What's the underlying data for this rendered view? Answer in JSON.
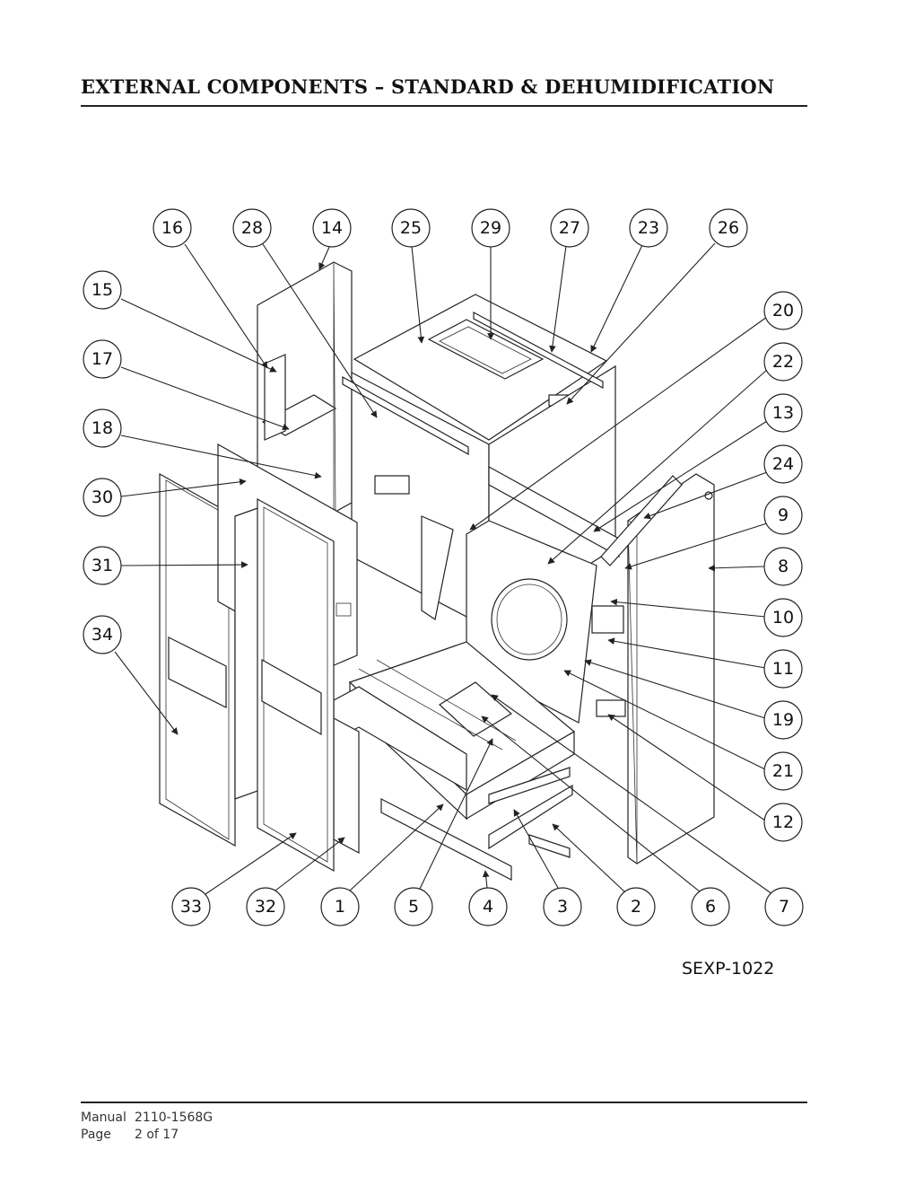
{
  "header": {
    "title": "EXTERNAL COMPONENTS – STANDARD & DEHUMIDIFICATION"
  },
  "diagram": {
    "drawing_id": "SEXP-1022",
    "callouts": [
      "1",
      "2",
      "3",
      "4",
      "5",
      "6",
      "7",
      "8",
      "9",
      "10",
      "11",
      "12",
      "13",
      "14",
      "15",
      "16",
      "17",
      "18",
      "19",
      "20",
      "21",
      "22",
      "23",
      "24",
      "25",
      "26",
      "27",
      "28",
      "29",
      "30",
      "31",
      "32",
      "33",
      "34"
    ]
  },
  "footer": {
    "manual_label": "Manual",
    "manual_value": "2110-1568G",
    "page_label": "Page",
    "page_value": "2 of 17"
  }
}
